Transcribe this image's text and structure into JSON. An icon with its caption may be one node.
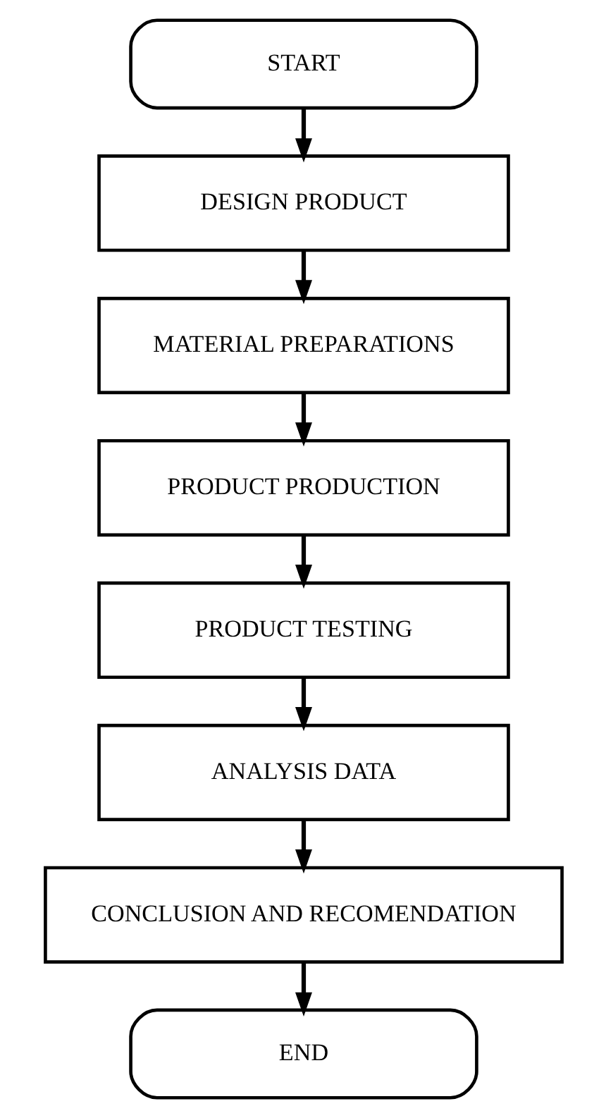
{
  "diagram": {
    "nodes": [
      {
        "text": [
          "START"
        ]
      },
      {
        "text": [
          "DESIGN PRODUCT"
        ]
      },
      {
        "text": [
          "MATERIAL PREPARATIONS"
        ]
      },
      {
        "text": [
          "PRODUCT PRODUCTION"
        ]
      },
      {
        "text": [
          "PRODUCT TESTING"
        ]
      },
      {
        "text": [
          "ANALYSIS DATA"
        ]
      },
      {
        "text": [
          "CONCLUSION AND RECOMENDATION"
        ]
      },
      {
        "text": [
          "END"
        ]
      }
    ],
    "edges": [
      {
        "from": 0,
        "to": 1,
        "arrow": "to"
      },
      {
        "from": 1,
        "to": 2,
        "arrow": "to"
      },
      {
        "from": 2,
        "to": 3,
        "arrow": "to"
      },
      {
        "from": 3,
        "to": 4,
        "arrow": "to"
      },
      {
        "from": 4,
        "to": 5,
        "arrow": "to"
      },
      {
        "from": 5,
        "to": 6,
        "arrow": "to"
      },
      {
        "from": 6,
        "to": 7,
        "arrow": "to"
      }
    ]
  }
}
